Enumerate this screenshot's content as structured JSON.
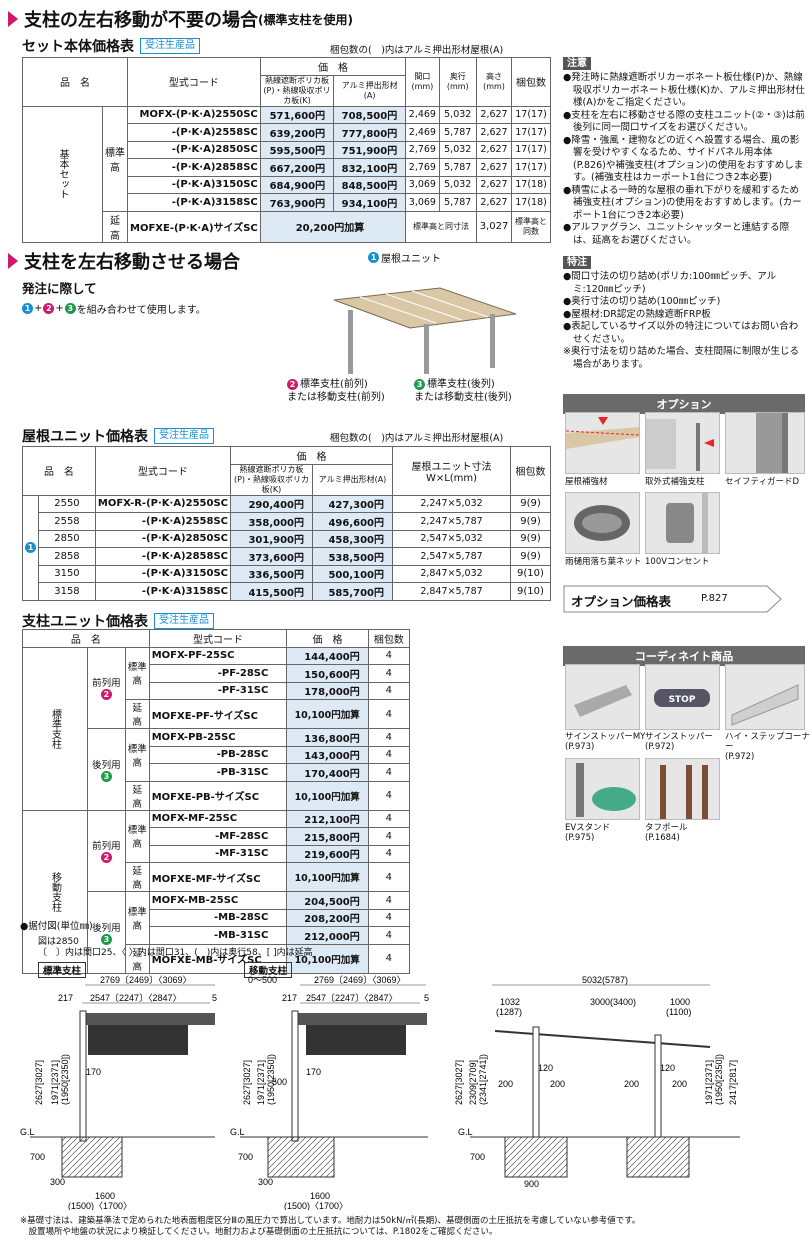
{
  "s1": {
    "title": "支柱の左右移動が不要の場合",
    "title_sub": "(標準支柱を使用)",
    "table_title": "セット本体価格表",
    "badge": "受注生産品",
    "pack_note": "梱包数の(　)内はアルミ押出形材屋根(A)",
    "h_name": "品　名",
    "h_code": "型式コード",
    "h_price": "価　格",
    "h_poly": "熱線遮断ポリカ板(P)・熱線吸収ポリカ板(K)",
    "h_alu": "アルミ押出形材(A)",
    "h_w": "間口(mm)",
    "h_d": "奥行(mm)",
    "h_h": "高さ(mm)",
    "h_pack": "梱包数",
    "g1": "基本セット",
    "g2": "標準高",
    "ext": "延　高",
    "rows": [
      [
        "MOFX-(P·K·A)2550SC",
        "571,600円",
        "708,500円",
        "2,469",
        "5,032",
        "2,627",
        "17(17)"
      ],
      [
        "-(P·K·A)2558SC",
        "639,200円",
        "777,800円",
        "2,469",
        "5,787",
        "2,627",
        "17(17)"
      ],
      [
        "-(P·K·A)2850SC",
        "595,500円",
        "751,900円",
        "2,769",
        "5,032",
        "2,627",
        "17(17)"
      ],
      [
        "-(P·K·A)2858SC",
        "667,200円",
        "832,100円",
        "2,769",
        "5,787",
        "2,627",
        "17(17)"
      ],
      [
        "-(P·K·A)3150SC",
        "684,900円",
        "848,500円",
        "3,069",
        "5,032",
        "2,627",
        "17(18)"
      ],
      [
        "-(P·K·A)3158SC",
        "763,900円",
        "934,100円",
        "3,069",
        "5,787",
        "2,627",
        "17(18)"
      ]
    ],
    "ext_row": [
      "MOFXE-(P·K·A)サイズSC",
      "20,200円加算",
      "標準高と同寸法",
      "3,027",
      "標準高と同数"
    ]
  },
  "side": {
    "note_h": "注意",
    "notes": [
      "●発注時に熱線遮断ポリカーボネート板仕様(P)か、熱線吸収ポリカーボネート板仕様(K)か、アルミ押出形材仕様(A)かをご指定ください。",
      "●支柱を左右に移動させる際の支柱ユニット(②・③)は前後列に同一間口サイズをお選びください。",
      "●降雪・強風・建物などの近くへ設置する場合、風の影響を受けやすくなるため、サイドパネル用本体(P.826)や補強支柱(オプション)の使用をおすすめします。(補強支柱はカーポート1台につき2本必要)",
      "●積雪による一時的な屋根の垂れ下がりを緩和するため補強支柱(オプション)の使用をおすすめします。(カーポート1台につき2本必要)",
      "●アルファグラン、ユニットシャッターと連結する際は、延高をお選びください。"
    ],
    "tok_h": "特注",
    "toks": [
      "●間口寸法の切り詰め(ポリカ:100㎜ピッチ、アルミ:120㎜ピッチ)",
      "●奥行寸法の切り詰め(100㎜ピッチ)",
      "●屋根材:DR認定の熱線遮断FRP板",
      "●表記しているサイズ以外の特注についてはお問い合わせください。",
      "※奥行寸法を切り詰めた場合、支柱間隔に制限が生じる場合があります。"
    ],
    "opt_h": "オプション",
    "opt1": "屋根補強材",
    "opt2": "取外式補強支柱",
    "opt3": "セイフティガードD",
    "opt4": "雨樋用落ち葉ネット",
    "opt5": "100Vコンセント",
    "opt_price": "オプション価格表",
    "opt_page": "P.827",
    "coord_h": "コーディネイト商品",
    "c1": "サインストッパーMY",
    "c1p": "(P.973)",
    "c2": "サインストッパー",
    "c2p": "(P.972)",
    "c3": "ハイ・ステップコーナー",
    "c3p": "(P.972)",
    "c4": "EVスタンド",
    "c4p": "(P.975)",
    "c5": "タフポール",
    "c5p": "(P.1684)",
    "stop": "STOP"
  },
  "s2": {
    "title": "支柱を左右移動させる場合",
    "sub": "発注に際して",
    "combo_text": "を組み合わせて使用します。",
    "n1": "1",
    "n2": "2",
    "n3": "3",
    "plus": "+",
    "lbl1": "屋根ユニット",
    "lbl2a": "標準支柱(前列)",
    "lbl2b": "または移動支柱(前列)",
    "lbl3a": "標準支柱(後列)",
    "lbl3b": "または移動支柱(後列)"
  },
  "s3": {
    "table_title": "屋根ユニット価格表",
    "badge": "受注生産品",
    "pack_note": "梱包数の(　)内はアルミ押出形材屋根(A)",
    "h_name": "品　名",
    "h_code": "型式コード",
    "h_price": "価　格",
    "h_poly": "熱線遮断ポリカ板(P)・熱線吸収ポリカ板(K)",
    "h_alu": "アルミ押出形材(A)",
    "h_size": "屋根ユニット寸法",
    "h_size2": "W×L(mm)",
    "h_pack": "梱包数",
    "rows": [
      [
        "2550",
        "MOFX-R-(P·K·A)2550SC",
        "290,400円",
        "427,300円",
        "2,247×5,032",
        "9(9)"
      ],
      [
        "2558",
        "-(P·K·A)2558SC",
        "358,000円",
        "496,600円",
        "2,247×5,787",
        "9(9)"
      ],
      [
        "2850",
        "-(P·K·A)2850SC",
        "301,900円",
        "458,300円",
        "2,547×5,032",
        "9(9)"
      ],
      [
        "2858",
        "-(P·K·A)2858SC",
        "373,600円",
        "538,500円",
        "2,547×5,787",
        "9(9)"
      ],
      [
        "3150",
        "-(P·K·A)3150SC",
        "336,500円",
        "500,100円",
        "2,847×5,032",
        "9(10)"
      ],
      [
        "3158",
        "-(P·K·A)3158SC",
        "415,500円",
        "585,700円",
        "2,847×5,787",
        "9(10)"
      ]
    ]
  },
  "s4": {
    "table_title": "支柱ユニット価格表",
    "badge": "受注生産品",
    "h_name": "品　名",
    "h_code": "型式コード",
    "h_price": "価　格",
    "h_pack": "梱包数",
    "std": "標準支柱",
    "mov": "移動支柱",
    "front": "前列用",
    "back": "後列用",
    "std_h": "標準高",
    "ext": "延　高",
    "rows": [
      [
        "MOFX-PF-25SC",
        "144,400円",
        "4"
      ],
      [
        "-PF-28SC",
        "150,600円",
        "4"
      ],
      [
        "-PF-31SC",
        "178,000円",
        "4"
      ],
      [
        "MOFXE-PF-サイズSC",
        "10,100円加算",
        "4"
      ],
      [
        "MOFX-PB-25SC",
        "136,800円",
        "4"
      ],
      [
        "-PB-28SC",
        "143,000円",
        "4"
      ],
      [
        "-PB-31SC",
        "170,400円",
        "4"
      ],
      [
        "MOFXE-PB-サイズSC",
        "10,100円加算",
        "4"
      ],
      [
        "MOFX-MF-25SC",
        "212,100円",
        "4"
      ],
      [
        "-MF-28SC",
        "215,800円",
        "4"
      ],
      [
        "-MF-31SC",
        "219,600円",
        "4"
      ],
      [
        "MOFXE-MF-サイズSC",
        "10,100円加算",
        "4"
      ],
      [
        "MOFX-MB-25SC",
        "204,500円",
        "4"
      ],
      [
        "-MB-28SC",
        "208,200円",
        "4"
      ],
      [
        "-MB-31SC",
        "212,000円",
        "4"
      ],
      [
        "MOFXE-MB-サイズSC",
        "10,100円加算",
        "4"
      ]
    ]
  },
  "dia": {
    "title": "●据付図(単位㎜)",
    "n1": "図は2850",
    "n2": "〔　〕内は間口25、〈 〉内は間口31、(　)内は奥行58、[ ]内は延高",
    "std": "標準支柱",
    "mov": "移動支柱",
    "w_std": "2769〔2469〕〈3069〉",
    "w_in": "2547〔2247〕〈2847〉",
    "d217": "217",
    "d5": "5",
    "d0500": "0〜500",
    "d170": "170",
    "d500": "500",
    "gl": "G.L",
    "d700": "700",
    "d300": "300",
    "d1600": "1600",
    "d1600b": "(1500)〈1700〉",
    "hh1": "2627[3027]",
    "hh2": "1971[2371]",
    "hh3": "(1950[2350])",
    "top": "5032(5787)",
    "t1": "1032",
    "t1b": "(1287)",
    "t2": "3000(3400)",
    "t3": "1000",
    "t3b": "(1100)",
    "r1": "2309[2709]",
    "r2": "(2341[2741])",
    "r3": "1971[2371]",
    "r4": "(1950[2350])",
    "r5": "2417[2817]",
    "d120": "120",
    "d200": "200",
    "d900": "900",
    "foot1": "※基礎寸法は、建築基準法で定められた地表面粗度区分Ⅲの風圧力で算出しています。地耐力は50kN/㎡(長期)、基礎側面の土圧抵抗を考慮していない参考値です。",
    "foot2": "　設置場所や地盤の状況により検証してください。地耐力および基礎側面の土圧抵抗については、P.1802をご確認ください。"
  }
}
